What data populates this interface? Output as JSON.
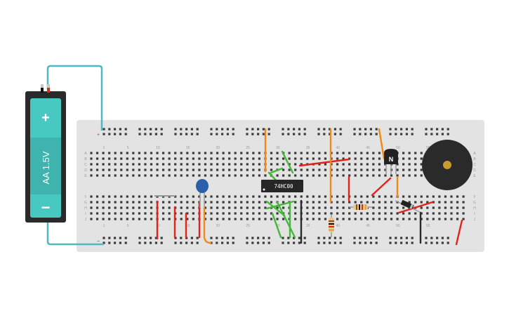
{
  "battery": {
    "label": "AA 1.5V",
    "plus_sign": "+",
    "minus_sign": "−",
    "body_color": "#47c9c2",
    "case_color": "#2a2a2a"
  },
  "chip": {
    "label": "74HC00",
    "color": "#262626"
  },
  "transistor": {
    "label": "N",
    "color": "#222222"
  },
  "breadboard": {
    "color": "#e3e3e3",
    "row_letters_top": [
      "A",
      "B",
      "C",
      "D",
      "E"
    ],
    "row_letters_bottom": [
      "F",
      "G",
      "H",
      "I",
      "J"
    ],
    "column_numbers": [
      "1",
      "5",
      "10",
      "15",
      "20",
      "25",
      "30",
      "35",
      "40",
      "45",
      "50",
      "55"
    ],
    "rail_plus_symbol": "+",
    "rail_minus_symbol": "−"
  },
  "colors": {
    "wire_battery": "#4fb8c4",
    "wire_red": "#e3221b",
    "wire_orange": "#f08a16",
    "wire_green": "#43b83a",
    "wire_black": "#2b2b2b",
    "capacitor": "#2b5fa8",
    "buzzer": "#2a2a2a",
    "buzzer_center": "#c99a2e",
    "resistor_body": "#e8c689"
  }
}
